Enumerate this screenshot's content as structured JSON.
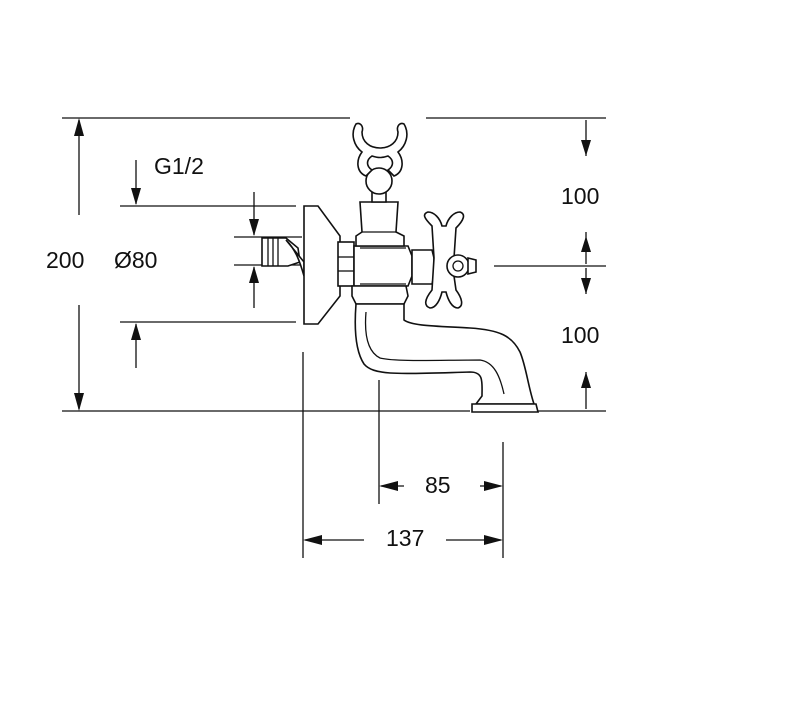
{
  "dimensions": {
    "overall_height": "200",
    "diameter": "Ø80",
    "thread": "G1/2",
    "upper_height": "100",
    "lower_height": "100",
    "spout_reach": "85",
    "total_depth": "137"
  },
  "colors": {
    "line": "#111111",
    "background": "#ffffff"
  }
}
